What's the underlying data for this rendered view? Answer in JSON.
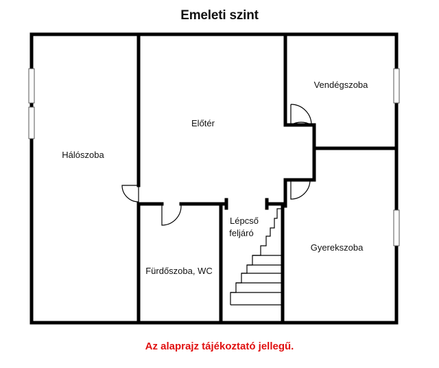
{
  "title": "Emeleti szint",
  "note": "Az alaprajz tájékoztató jellegű.",
  "rooms": {
    "halo": "Hálószoba",
    "eloter": "Előtér",
    "vendeg": "Vendégszoba",
    "lepcso_1": "Lépcső",
    "lepcso_2": "feljáró",
    "gyerek": "Gyerekszoba",
    "furdo": "Fürdőszoba, WC"
  },
  "colors": {
    "walls": "#000000",
    "note": "#e01010"
  }
}
